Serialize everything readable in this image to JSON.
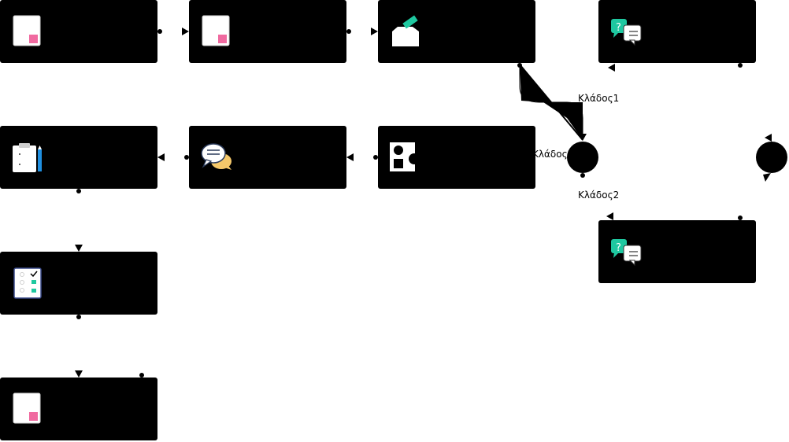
{
  "diagram": {
    "nodes": [
      {
        "id": "n1",
        "icon": "document-icon"
      },
      {
        "id": "n2",
        "icon": "document-icon"
      },
      {
        "id": "n3",
        "icon": "ballot-box-icon"
      },
      {
        "id": "n4",
        "icon": "question-chat-icon"
      },
      {
        "id": "n5",
        "icon": "clipboard-pen-icon"
      },
      {
        "id": "n6",
        "icon": "speech-bubbles-icon"
      },
      {
        "id": "n7",
        "icon": "shapes-icon"
      },
      {
        "id": "n8",
        "icon": "question-chat-icon"
      },
      {
        "id": "n9",
        "icon": "checklist-icon"
      },
      {
        "id": "n10",
        "icon": "document-icon"
      }
    ],
    "branch_labels": {
      "branch1": "Κλάδος1",
      "branch2": "Κλάδος2",
      "branch3": "Κλάδος3"
    }
  },
  "colors": {
    "node": "#000000",
    "accent_pink": "#f06aa0",
    "accent_teal": "#1fc8a0",
    "bubble_yellow": "#f5c86a",
    "white": "#ffffff"
  }
}
